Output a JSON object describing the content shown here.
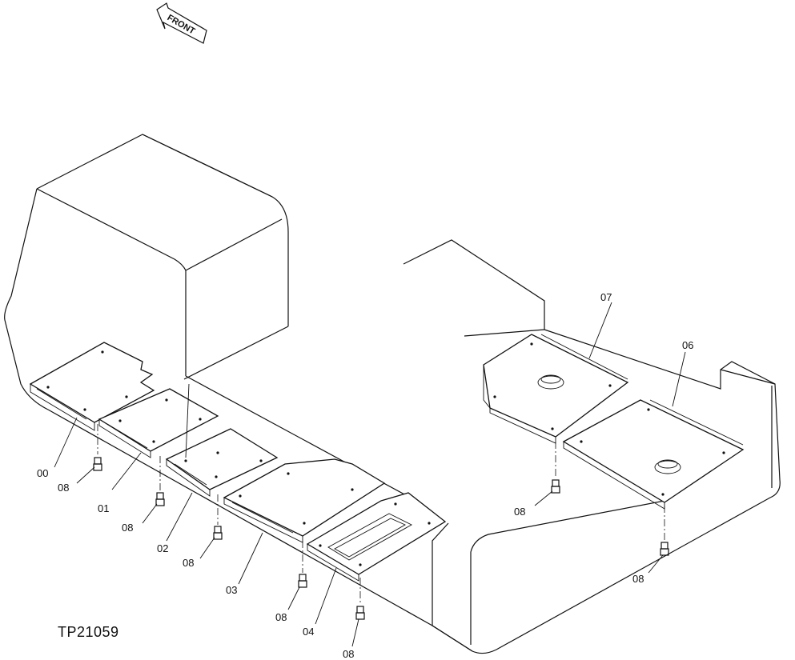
{
  "figure_id": "TP21059",
  "direction_arrow": {
    "label": "FRONT",
    "icon": "front-arrow-icon"
  },
  "callouts": [
    {
      "id": "plate-00",
      "label": "00"
    },
    {
      "id": "plate-01",
      "label": "01"
    },
    {
      "id": "plate-02",
      "label": "02"
    },
    {
      "id": "plate-03",
      "label": "03"
    },
    {
      "id": "plate-04",
      "label": "04"
    },
    {
      "id": "plate-06",
      "label": "06"
    },
    {
      "id": "plate-07",
      "label": "07"
    },
    {
      "id": "bolt-a",
      "label": "08"
    },
    {
      "id": "bolt-b",
      "label": "08"
    },
    {
      "id": "bolt-c",
      "label": "08"
    },
    {
      "id": "bolt-d",
      "label": "08"
    },
    {
      "id": "bolt-e",
      "label": "08"
    },
    {
      "id": "bolt-f",
      "label": "08"
    },
    {
      "id": "bolt-g",
      "label": "08"
    }
  ]
}
